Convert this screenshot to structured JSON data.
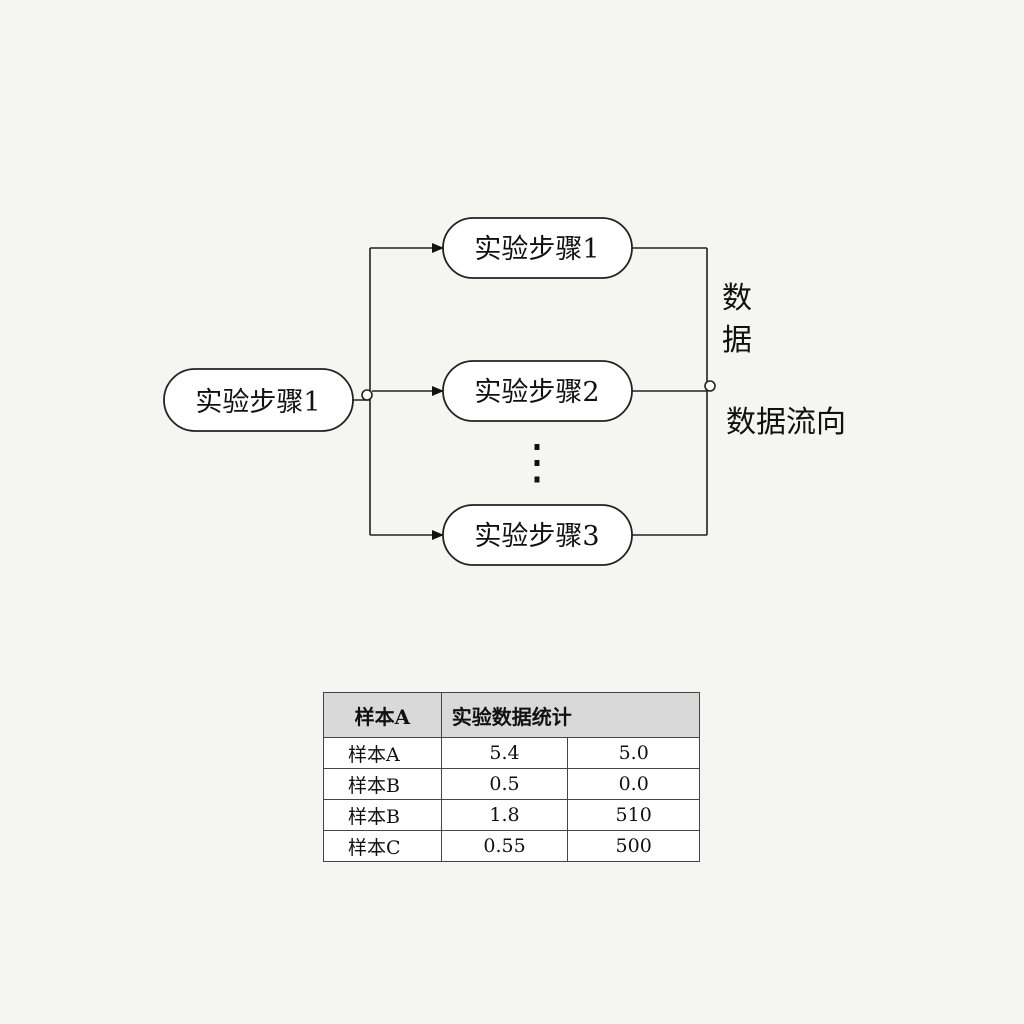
{
  "diagram": {
    "source_node": "实验步骤1",
    "branch_nodes": [
      "实验步骤1",
      "实验步骤2",
      "实验步骤3"
    ],
    "ellipsis": "⋮",
    "side_label": "数据",
    "flow_label": "数据流向"
  },
  "table": {
    "header": [
      "样本A",
      "实验数据统计"
    ],
    "rows": [
      [
        "样本A",
        "5.4",
        "5.0"
      ],
      [
        "样本B",
        "0.5",
        "0.0"
      ],
      [
        "样本B",
        "1.8",
        "510"
      ],
      [
        "样本C",
        "0.55",
        "500"
      ]
    ]
  }
}
